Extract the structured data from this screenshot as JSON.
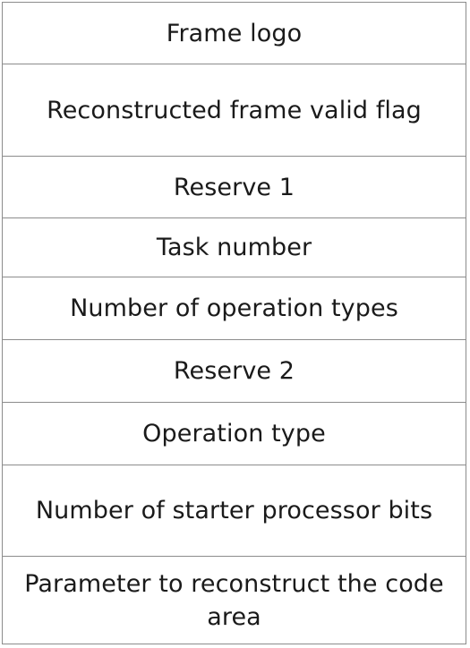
{
  "fields": [
    "Frame logo",
    "Reconstructed frame valid flag",
    "Reserve 1",
    "Task number",
    "Number of operation types",
    "Reserve 2",
    "Operation type",
    "Number of starter processor bits",
    "Parameter to reconstruct the code area"
  ]
}
